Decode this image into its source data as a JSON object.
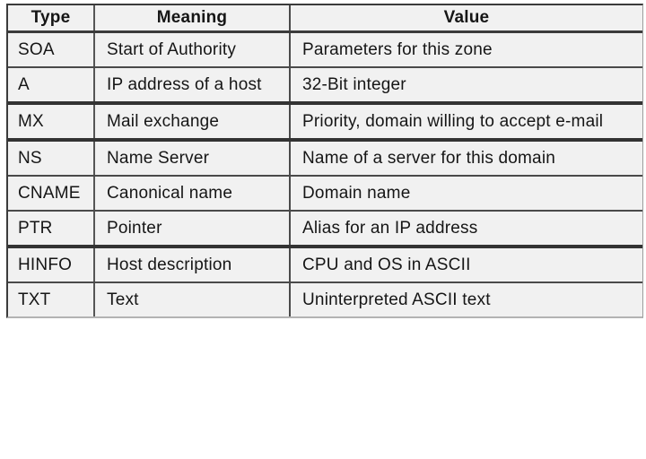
{
  "page": {
    "background": "#ffffff"
  },
  "table": {
    "columns": [
      "Type",
      "Meaning",
      "Value"
    ],
    "rows": [
      {
        "type": "SOA",
        "meaning": "Start of Authority",
        "value": "Parameters for this zone"
      },
      {
        "type": "A",
        "meaning": "IP address of a host",
        "value": "32-Bit integer"
      },
      {
        "type": "MX",
        "meaning": "Mail exchange",
        "value": "Priority, domain willing to accept e-mail"
      },
      {
        "type": "NS",
        "meaning": "Name Server",
        "value": "Name of a server for this domain"
      },
      {
        "type": "CNAME",
        "meaning": "Canonical name",
        "value": "Domain name"
      },
      {
        "type": "PTR",
        "meaning": "Pointer",
        "value": "Alias for an IP address"
      },
      {
        "type": "HINFO",
        "meaning": "Host description",
        "value": "CPU and OS in ASCII"
      },
      {
        "type": "TXT",
        "meaning": "Text",
        "value": "Uninterpreted ASCII text"
      }
    ],
    "colors": {
      "cell_background": "#f1f1f1",
      "border_dark": "#3b3b3b",
      "border_light": "#b3b3b3",
      "text": "#161616"
    }
  }
}
